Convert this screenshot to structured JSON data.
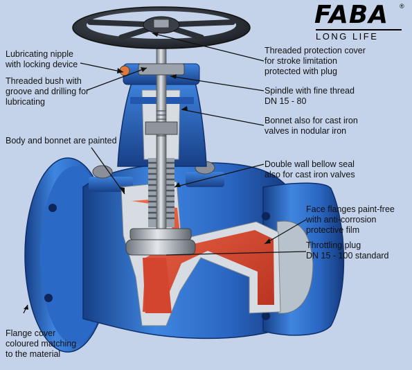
{
  "brand": {
    "name": "FABA",
    "registered_mark": "®",
    "tagline": "LONG LIFE"
  },
  "labels": {
    "lubricating_nipple": "Lubricating nipple\nwith locking device",
    "threaded_bush": "Threaded bush with\ngroove and drilling for\nlubricating",
    "body_bonnet_painted": "Body and bonnet are painted",
    "flange_cover": "Flange cover\ncoloured matching\nto the material",
    "protection_cover": "Threaded protection cover\nfor stroke limitation\nprotected with plug",
    "spindle": "Spindle with fine thread\nDN 15 - 80",
    "bonnet_cast_iron": "Bonnet also for cast iron\nvalves in nodular iron",
    "bellow_seal": "Double wall bellow seal\nalso for cast iron valves",
    "face_flanges": "Face flanges paint-free\nwith anti-corrosion\nprotective film",
    "throttling_plug": "Throttling plug\nDN 15 - 100 standard"
  },
  "colors": {
    "background": "#c4d3ea",
    "body_blue": "#2d6fcc",
    "dark_blue": "#163f86",
    "section_red": "#de4b32",
    "steel": "#a9b0b8",
    "handwheel": "#2b2f36"
  }
}
